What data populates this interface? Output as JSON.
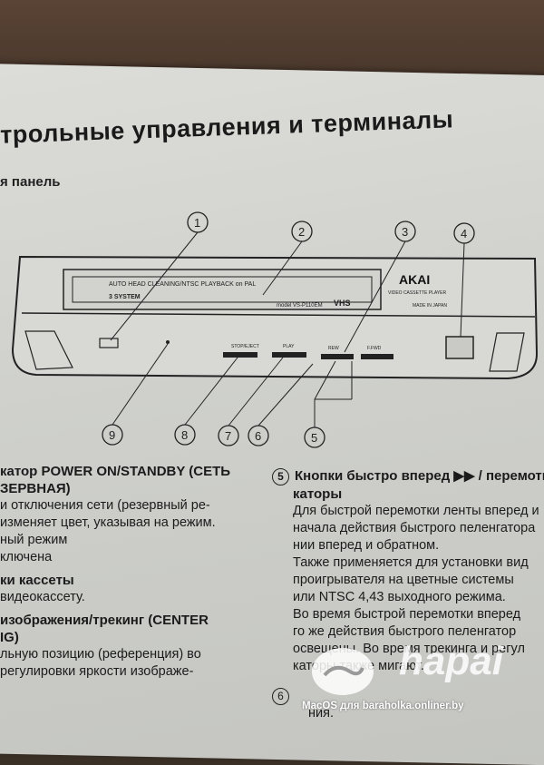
{
  "header": {
    "title": "трольные управления и терминалы",
    "section": "я панель"
  },
  "diagram": {
    "callouts": [
      "1",
      "2",
      "3",
      "4",
      "9",
      "8",
      "7",
      "6",
      "5"
    ],
    "deck_text_1": "AUTO HEAD CLEANING/NTSC PLAYBACK on PAL",
    "deck_text_2": "3 SYSTEM",
    "deck_model": "model VS-P110EM",
    "brand": "AKAI",
    "brand_sub": "VIDEO CASSETTE PLAYER",
    "made_in": "MADE IN JAPAN",
    "vhs": "VHS",
    "labels_small": [
      "STOP/EJECT",
      "PLAY",
      "REW",
      "F.FWD"
    ]
  },
  "left_column": {
    "h1_line1": "катор POWER ON/STANDBY (СЕТЬ",
    "h1_line2": "ЗЕРВНАЯ)",
    "p1_line1": "и отключения сети (резервный ре-",
    "p1_line2": "изменяет цвет, указывая на режим.",
    "p1_line3": "ный режим",
    "p1_line4": "ключена",
    "h2": "ки кассеты",
    "p2": "видеокассету.",
    "h3_line1": "изображения/трекинг (CENTER",
    "h3_line2": "IG)",
    "p3_line1": "льную позицию (референция) во",
    "p3_line2": "регулировки яркости изображе-"
  },
  "right_column": {
    "num5": "5",
    "h_line1": "Кнопки быстро вперед ▶▶ / перемотка",
    "h_line2": "каторы",
    "p1": "Для быстрой перемотки ленты вперед и",
    "p2": "начала действия быстрого пеленгатора",
    "p3": "нии вперед и обратном.",
    "p4": "Также применяется для установки вид",
    "p5": "проигрывателя на цветные системы",
    "p6": "или NTSC 4,43 выходного режима.",
    "p7": "Во время быстрой перемотки вперед",
    "p8": "го же действия быстрого пеленгатор",
    "p9": "освещены. Во время трекинга и регул",
    "p10": "каторы также мигают.",
    "num6": "6",
    "p11": "ния."
  },
  "watermark": {
    "brand": "hapai",
    "caption": "MacOS для baraholka.onliner.by"
  }
}
